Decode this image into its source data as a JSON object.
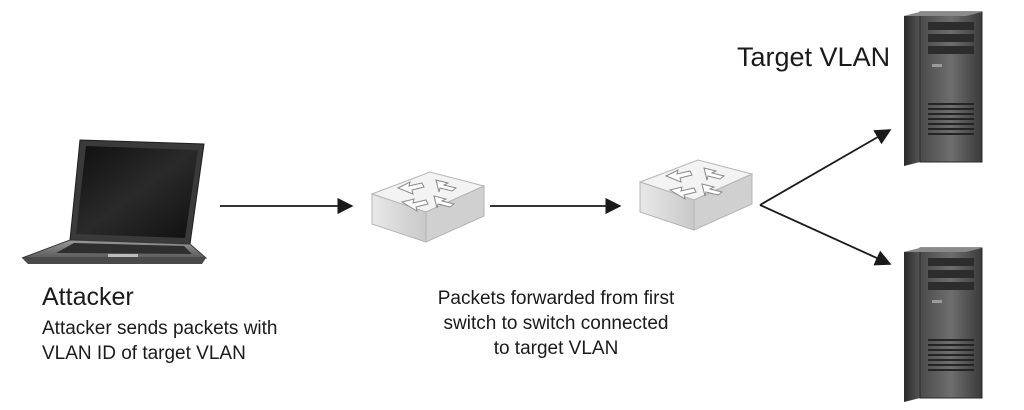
{
  "labels": {
    "target_vlan": "Target VLAN",
    "attacker_title": "Attacker",
    "attacker_desc": [
      "Attacker sends packets with",
      "VLAN ID of target VLAN"
    ],
    "switch_desc": [
      "Packets forwarded from first",
      "switch to switch connected",
      "to target VLAN"
    ]
  },
  "nodes": [
    {
      "id": "laptop",
      "kind": "laptop-icon"
    },
    {
      "id": "switch-1",
      "kind": "network-switch-icon"
    },
    {
      "id": "switch-2",
      "kind": "network-switch-icon"
    },
    {
      "id": "server-1",
      "kind": "server-tower-icon"
    },
    {
      "id": "server-2",
      "kind": "server-tower-icon"
    }
  ],
  "edges": [
    {
      "from": "laptop",
      "to": "switch-1"
    },
    {
      "from": "switch-1",
      "to": "switch-2"
    },
    {
      "from": "switch-2",
      "to": "server-1"
    },
    {
      "from": "switch-2",
      "to": "server-2"
    }
  ],
  "colors": {
    "line": "#1a1a1a",
    "switch_top": "#f1f1f1",
    "switch_side": "#d6d6d6",
    "server_body": "#3a3a3a",
    "laptop_body": "#3c3c3c"
  }
}
